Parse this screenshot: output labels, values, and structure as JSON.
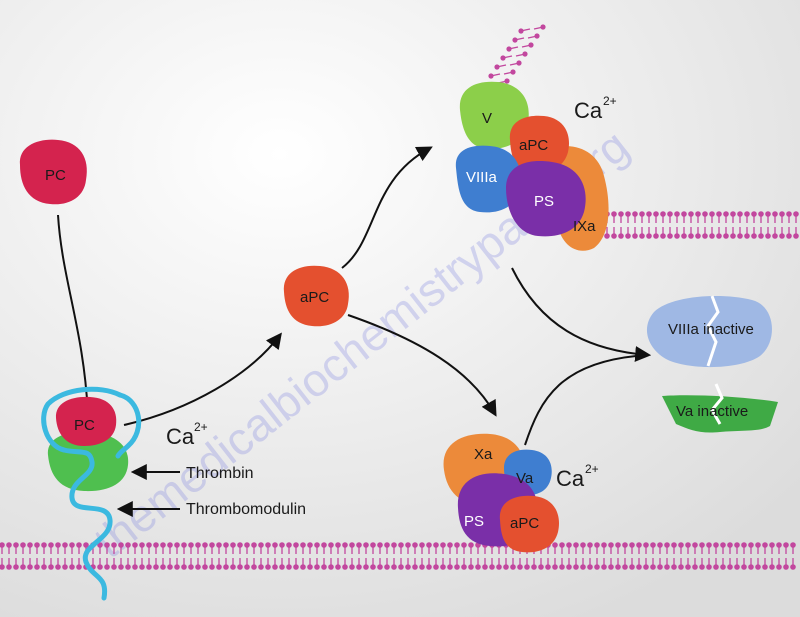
{
  "watermark": "themedicalbiochemistrypage.org",
  "molecules": {
    "pc_free": "PC",
    "pc_bound": "PC",
    "apc_center": "aPC",
    "upper_complex": {
      "v": "V",
      "apc": "aPC",
      "viiia": "VIIIa",
      "ps": "PS",
      "ixa": "IXa"
    },
    "lower_complex": {
      "xa": "Xa",
      "va": "Va",
      "ps": "PS",
      "apc": "aPC"
    }
  },
  "callouts": {
    "thrombin": "Thrombin",
    "thrombomodulin": "Thrombomodulin"
  },
  "ions": {
    "left": {
      "base": "Ca",
      "sup": "2+"
    },
    "upper": {
      "base": "Ca",
      "sup": "2+"
    },
    "lower": {
      "base": "Ca",
      "sup": "2+"
    }
  },
  "products": {
    "viiia_inactive": "VIIIa inactive",
    "va_inactive": "Va inactive"
  },
  "colors": {
    "pc": "#d4234e",
    "apc": "#e4502f",
    "thrombin": "#4fbf4f",
    "thrombomodulin": "#3bb9e0",
    "v": "#8ccf4a",
    "viiia": "#3f7ed0",
    "ps": "#7a2fa8",
    "ixa": "#ec8a3a",
    "xa": "#ec8a3a",
    "va": "#3f7ed0",
    "membrane": "#c2479e",
    "viiia_inactive": "#9fb8e4",
    "va_inactive": "#3faa45"
  }
}
